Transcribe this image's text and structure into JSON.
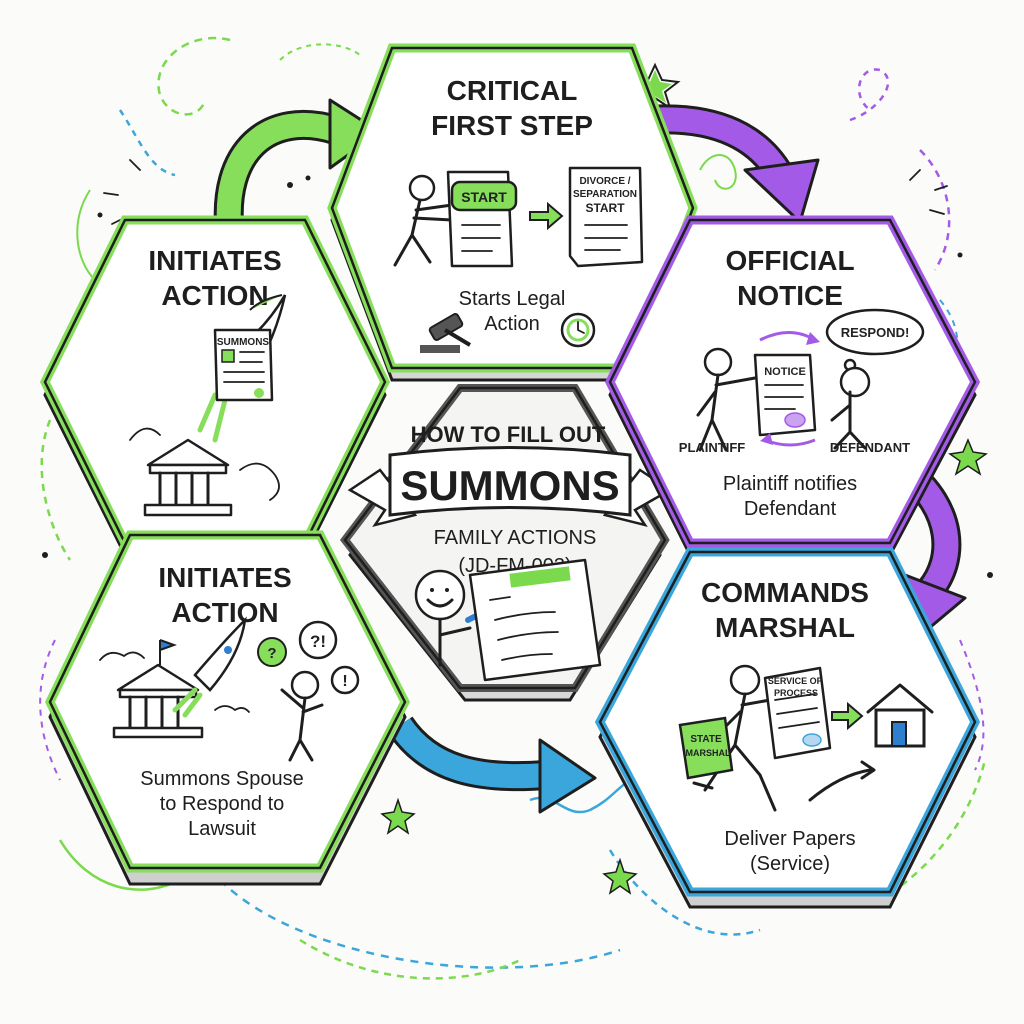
{
  "colors": {
    "green": "#7ad94c",
    "purple": "#a35ae6",
    "blue": "#3aa6db",
    "gray": "#6d6d6d",
    "ink": "#1e1e1e"
  },
  "center": {
    "line1": "HOW TO FILL OUT",
    "banner": "SUMMONS",
    "line2": "FAMILY ACTIONS",
    "line3": "(JD-FM-003)"
  },
  "nodes": {
    "top": {
      "title1": "CRITICAL",
      "title2": "FIRST STEP",
      "caption1": "Starts Legal",
      "caption2": "Action",
      "start_button": "START",
      "doc_line1": "DIVORCE /",
      "doc_line2": "SEPARATION",
      "doc_line3": "START"
    },
    "upper_left": {
      "title1": "INITIATES",
      "title2": "ACTION",
      "doc_label": "SUMMONS"
    },
    "upper_right": {
      "title1": "OFFICIAL",
      "title2": "NOTICE",
      "bubble": "RESPOND!",
      "doc_label": "NOTICE",
      "plaintiff": "PLAINTIFF",
      "defendant": "DEFENDANT",
      "caption1": "Plaintiff notifies",
      "caption2": "Defendant"
    },
    "lower_left": {
      "title1": "INITIATES",
      "title2": "ACTION",
      "bubble_q": "?",
      "bubble_qe": "?!",
      "bubble_e": "!",
      "caption1": "Summons Spouse",
      "caption2": "to Respond to",
      "caption3": "Lawsuit"
    },
    "lower_right": {
      "title1": "COMMANDS",
      "title2": "MARSHAL",
      "bag_label1": "STATE",
      "bag_label2": "MARSHAL",
      "papers1": "SERVICE OF",
      "papers2": "PROCESS",
      "caption1": "Deliver Papers",
      "caption2": "(Service)"
    }
  }
}
